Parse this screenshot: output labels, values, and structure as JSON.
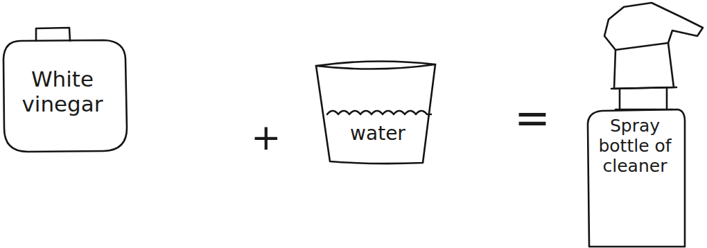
{
  "diagram": {
    "nodes": [
      {
        "text": [
          "White vinegar"
        ]
      },
      {
        "text": [
          "water"
        ]
      },
      {
        "text": [
          "Spray bottle of cleaner"
        ]
      }
    ],
    "labels": [
      "+",
      "="
    ]
  }
}
